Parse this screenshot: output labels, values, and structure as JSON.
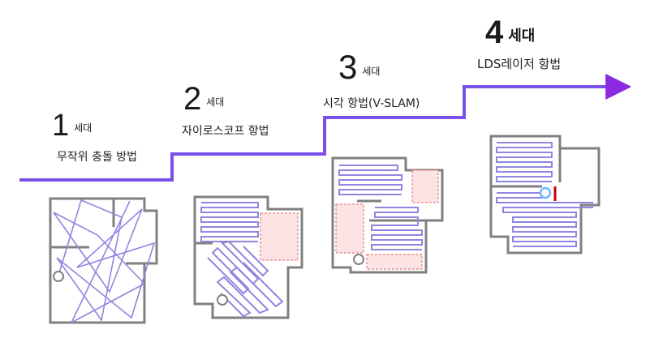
{
  "generations": [
    {
      "number": "1",
      "label": "세대",
      "method": "무작위 충돌 방법"
    },
    {
      "number": "2",
      "label": "세대",
      "method": "자이로스코프 항법"
    },
    {
      "number": "3",
      "label": "세대",
      "method": "시각 항법(V-SLAM)"
    },
    {
      "number": "4",
      "label": "세대",
      "method": "LDS레이저 항법"
    }
  ],
  "colors": {
    "timeline": "#7b50e8",
    "arrowhead": "#8a2be2",
    "wall": "#808080",
    "path": "#8f86e0",
    "zone_fill": "#fde4e4",
    "zone_border": "#e06666",
    "laser": "#cc0000",
    "robot": "#6fb7ff"
  },
  "icons": [
    "robot-icon",
    "laser-sensor-icon",
    "arrow-right-icon"
  ]
}
